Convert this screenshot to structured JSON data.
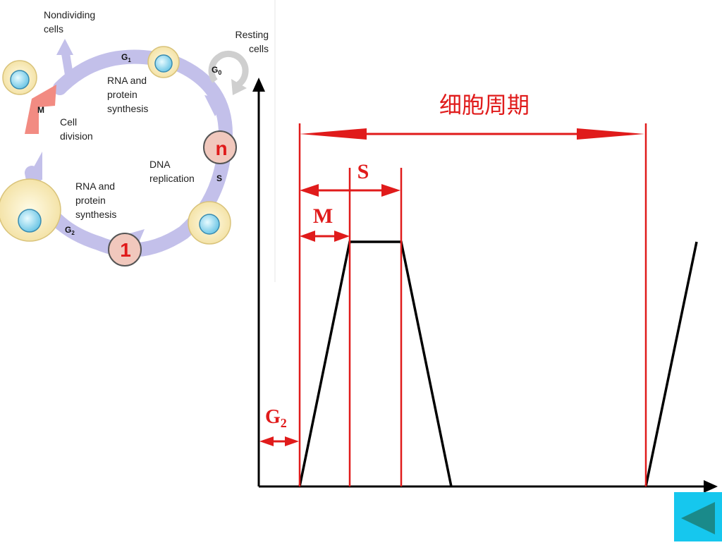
{
  "cell_cycle": {
    "nondividing": [
      "Nondividing",
      "cells"
    ],
    "resting": [
      "Resting",
      "cells"
    ],
    "g1": "G",
    "g1_sub": "1",
    "g0": "G",
    "g0_sub": "0",
    "g1_text": [
      "RNA and",
      "protein",
      "synthesis"
    ],
    "m": "M",
    "cell_division": [
      "Cell",
      "division"
    ],
    "dna_replication": [
      "DNA",
      "replication"
    ],
    "s": "S",
    "g2_text": [
      "RNA and",
      "protein",
      "synthesis"
    ],
    "g2": "G",
    "g2_sub": "2",
    "marker_n": "n",
    "marker_1": "1"
  },
  "graph": {
    "title": "细胞周期",
    "label_s": "S",
    "label_m": "M",
    "label_g2": "G",
    "label_g2_sub": "2"
  },
  "colors": {
    "red": "#e01b1b",
    "arrow_purple": "#b9b6e4",
    "m_arrow": "#f28b82",
    "back_button": "#16c7ee",
    "back_arrow": "#1a8a8a"
  },
  "icons": {
    "back": "triangle-left-icon"
  }
}
